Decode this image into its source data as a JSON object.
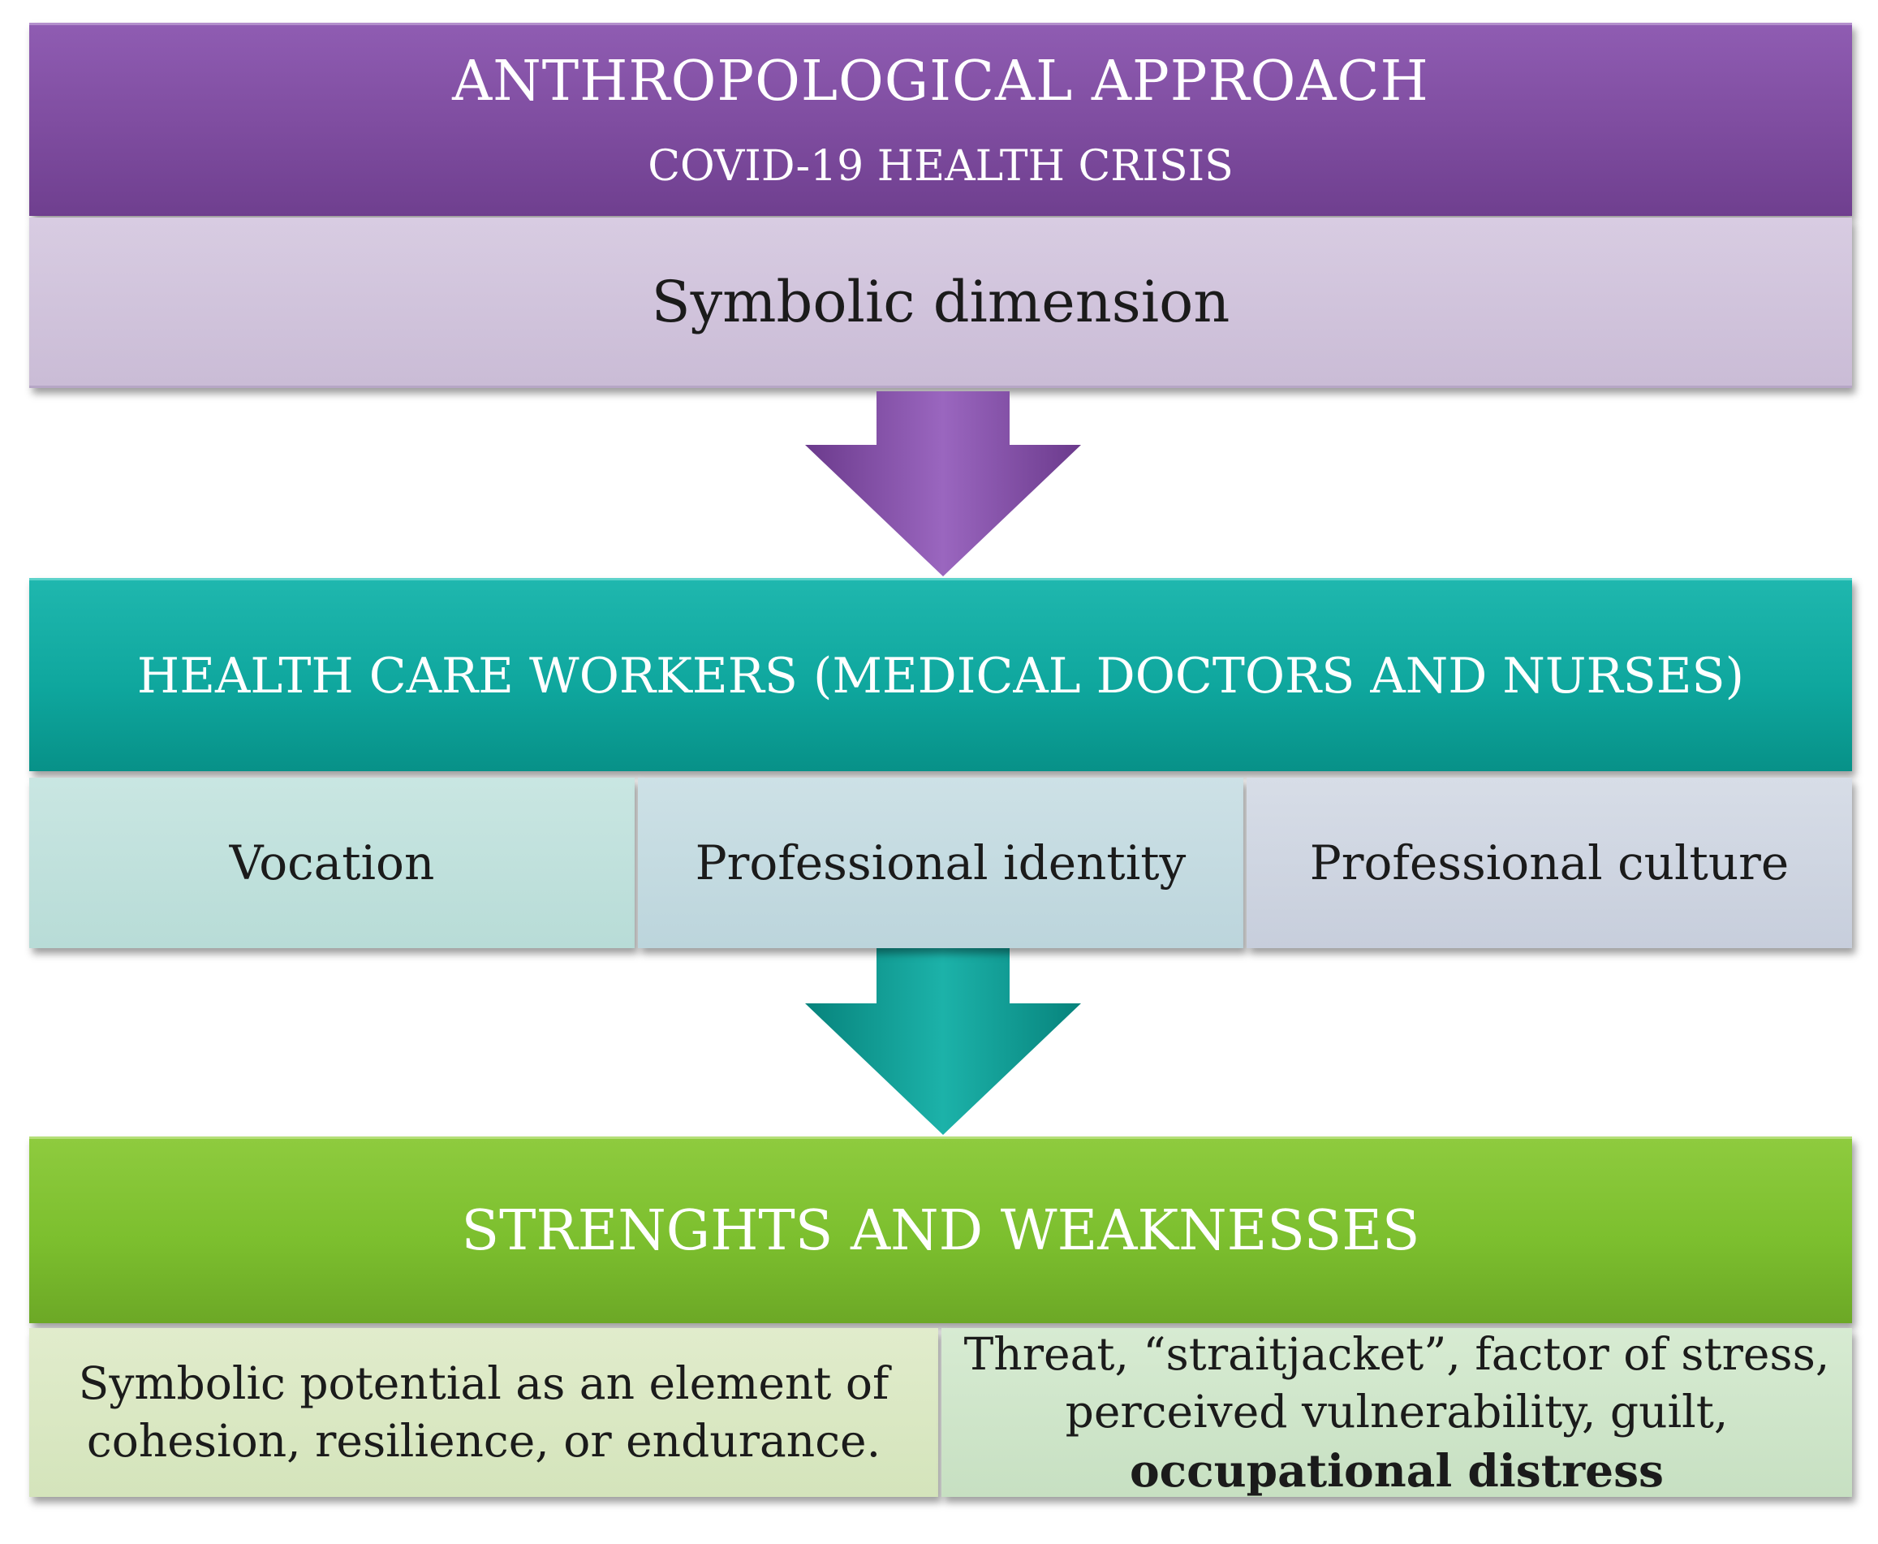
{
  "title": "ANTHROPOLOGICAL APPROACH",
  "subtitle": "COVID-19 HEALTH CRISIS",
  "dimension": "Symbolic dimension",
  "workers": "HEALTH CARE WORKERS (MEDICAL DOCTORS AND NURSES)",
  "aspects": [
    "Vocation",
    "Professional identity",
    "Professional culture"
  ],
  "outcome": "STRENGHTS AND WEAKNESSES",
  "strengths": {
    "line1": "Symbolic potential as an element of",
    "line2": "cohesion, resilience, or endurance."
  },
  "weaknesses": {
    "line1": "Threat, “straitjacket”, factor of stress,",
    "line2": "perceived vulnerability, guilt,",
    "line3": "occupational distress"
  },
  "colors": {
    "purple": "#8051a2",
    "teal": "#12a89f",
    "green": "#7dbf2f"
  }
}
